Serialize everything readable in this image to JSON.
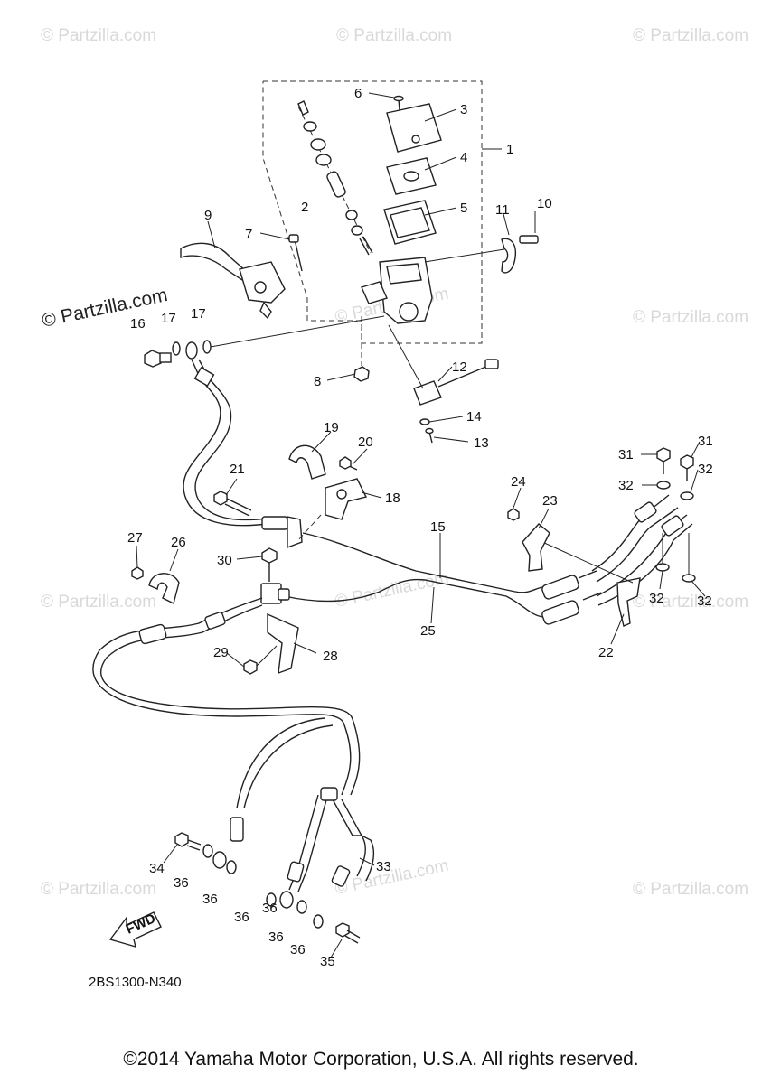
{
  "watermark": "© Partzilla.com",
  "watermark_main": "© Partzilla.com",
  "diagram_code": "2BS1300-N340",
  "fwd_label": "FWD",
  "copyright": "©2014 Yamaha Motor Corporation, U.S.A. All rights reserved.",
  "callouts": [
    "1",
    "2",
    "3",
    "4",
    "5",
    "6",
    "7",
    "8",
    "9",
    "10",
    "11",
    "12",
    "13",
    "14",
    "15",
    "16",
    "17",
    "17",
    "18",
    "19",
    "20",
    "21",
    "22",
    "23",
    "24",
    "25",
    "26",
    "27",
    "28",
    "29",
    "30",
    "31",
    "31",
    "32",
    "32",
    "32",
    "32",
    "33",
    "34",
    "35",
    "36",
    "36",
    "36",
    "36",
    "36",
    "36"
  ]
}
